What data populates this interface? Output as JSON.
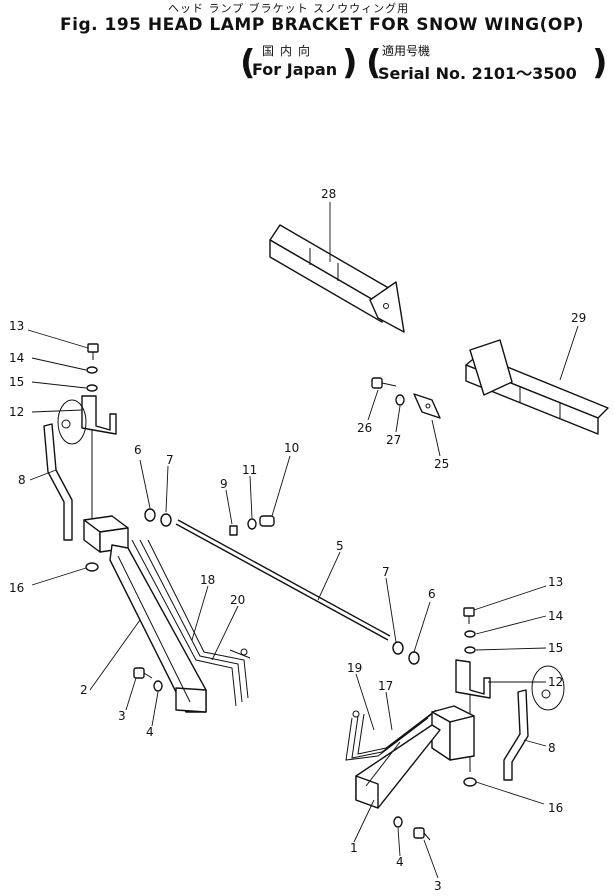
{
  "header": {
    "jp_title": "ヘッド ランプ ブラケット スノウウィング用",
    "title": "Fig. 195 HEAD LAMP BRACKET FOR SNOW WING(OP)",
    "market_jp": "国内向",
    "market_en": "For Japan",
    "serial_jp": "適用号機",
    "serial_en": "Serial No. 2101～3500"
  },
  "callouts": [
    {
      "id": "c28",
      "label": "28"
    },
    {
      "id": "c29",
      "label": "29"
    },
    {
      "id": "c13a",
      "label": "13"
    },
    {
      "id": "c14a",
      "label": "14"
    },
    {
      "id": "c15a",
      "label": "15"
    },
    {
      "id": "c12a",
      "label": "12"
    },
    {
      "id": "c8a",
      "label": "8"
    },
    {
      "id": "c26",
      "label": "26"
    },
    {
      "id": "c27",
      "label": "27"
    },
    {
      "id": "c25",
      "label": "25"
    },
    {
      "id": "c6a",
      "label": "6"
    },
    {
      "id": "c7a",
      "label": "7"
    },
    {
      "id": "c9",
      "label": "9"
    },
    {
      "id": "c11",
      "label": "11"
    },
    {
      "id": "c10",
      "label": "10"
    },
    {
      "id": "c5",
      "label": "5"
    },
    {
      "id": "c16a",
      "label": "16"
    },
    {
      "id": "c18",
      "label": "18"
    },
    {
      "id": "c20",
      "label": "20"
    },
    {
      "id": "c2",
      "label": "2"
    },
    {
      "id": "c3a",
      "label": "3"
    },
    {
      "id": "c4a",
      "label": "4"
    },
    {
      "id": "c7b",
      "label": "7"
    },
    {
      "id": "c6b",
      "label": "6"
    },
    {
      "id": "c13b",
      "label": "13"
    },
    {
      "id": "c14b",
      "label": "14"
    },
    {
      "id": "c15b",
      "label": "15"
    },
    {
      "id": "c12b",
      "label": "12"
    },
    {
      "id": "c19",
      "label": "19"
    },
    {
      "id": "c17",
      "label": "17"
    },
    {
      "id": "c8b",
      "label": "8"
    },
    {
      "id": "c16b",
      "label": "16"
    },
    {
      "id": "c1",
      "label": "1"
    },
    {
      "id": "c4b",
      "label": "4"
    },
    {
      "id": "c3b",
      "label": "3"
    }
  ]
}
